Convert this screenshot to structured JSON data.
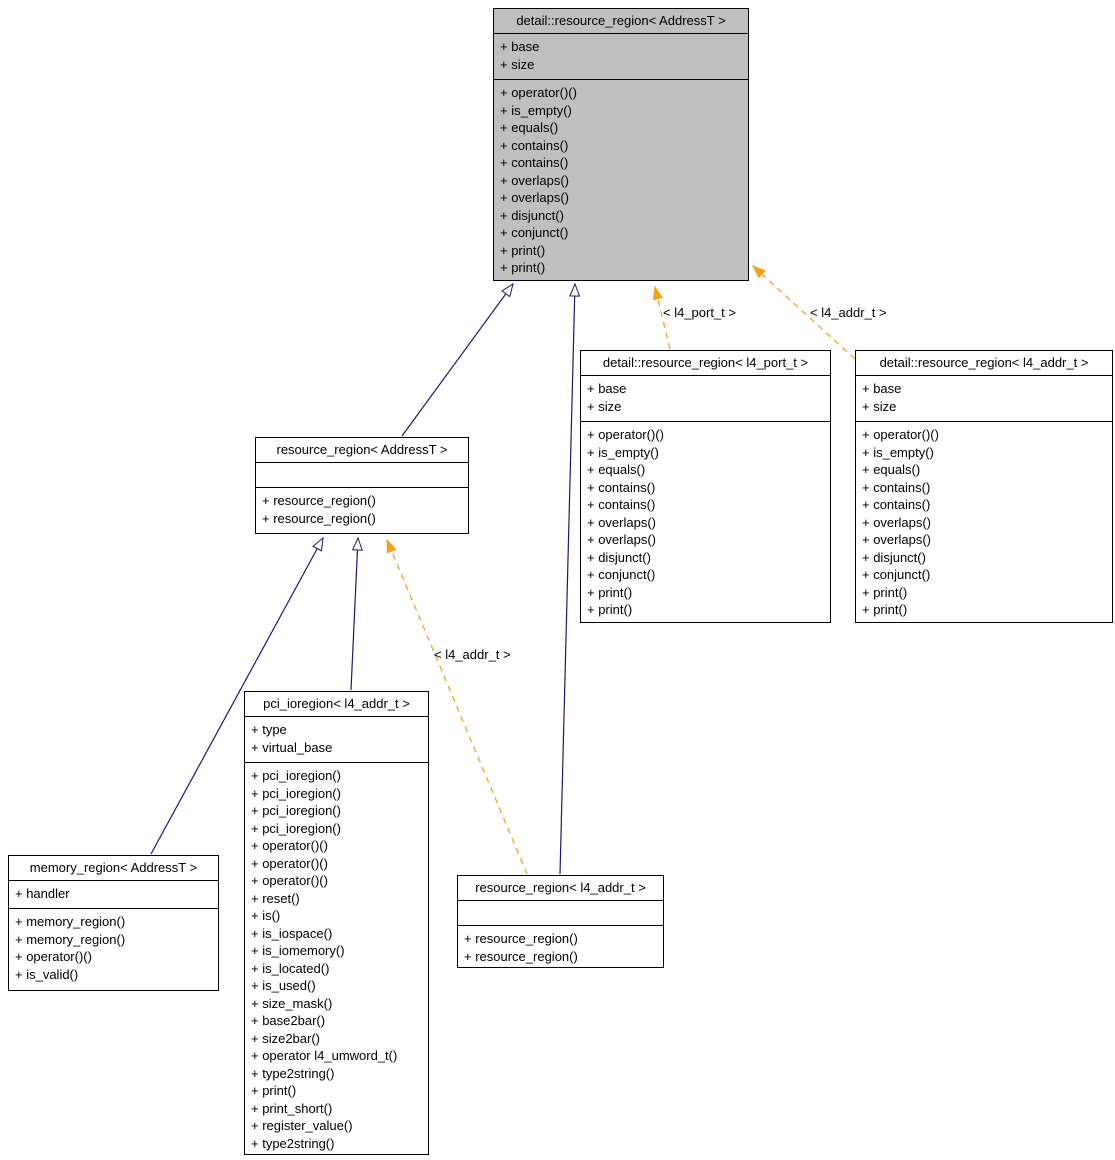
{
  "colors": {
    "inheritance_edge": "#191970",
    "template_edge": "#f5a118",
    "highlight_fill": "#bfbfbf",
    "node_fill": "#ffffff",
    "border": "#000000"
  },
  "edge_labels": {
    "port_t_instantiation": "< l4_port_t >",
    "addr_t_instantiation_top": "< l4_addr_t >",
    "addr_t_instantiation_mid": "< l4_addr_t >"
  },
  "classes": {
    "detail_addresst": {
      "title": "detail::resource_region< AddressT >",
      "attributes": [
        "+ base",
        "+ size"
      ],
      "methods": [
        "+ operator()()",
        "+ is_empty()",
        "+ equals()",
        "+ contains()",
        "+ contains()",
        "+ overlaps()",
        "+ overlaps()",
        "+ disjunct()",
        "+ conjunct()",
        "+ print()",
        "+ print()"
      ]
    },
    "resource_addresst": {
      "title": "resource_region< AddressT >",
      "attributes": [],
      "methods": [
        "+ resource_region()",
        "+ resource_region()"
      ]
    },
    "detail_port": {
      "title": "detail::resource_region< l4_port_t >",
      "attributes": [
        "+ base",
        "+ size"
      ],
      "methods": [
        "+ operator()()",
        "+ is_empty()",
        "+ equals()",
        "+ contains()",
        "+ contains()",
        "+ overlaps()",
        "+ overlaps()",
        "+ disjunct()",
        "+ conjunct()",
        "+ print()",
        "+ print()"
      ]
    },
    "detail_addr": {
      "title": "detail::resource_region< l4_addr_t >",
      "attributes": [
        "+ base",
        "+ size"
      ],
      "methods": [
        "+ operator()()",
        "+ is_empty()",
        "+ equals()",
        "+ contains()",
        "+ contains()",
        "+ overlaps()",
        "+ overlaps()",
        "+ disjunct()",
        "+ conjunct()",
        "+ print()",
        "+ print()"
      ]
    },
    "memory": {
      "title": "memory_region< AddressT >",
      "attributes": [
        "+ handler"
      ],
      "methods": [
        "+ memory_region()",
        "+ memory_region()",
        "+ operator()()",
        "+ is_valid()"
      ]
    },
    "pci": {
      "title": "pci_ioregion< l4_addr_t >",
      "attributes": [
        "+ type",
        "+ virtual_base"
      ],
      "methods": [
        "+ pci_ioregion()",
        "+ pci_ioregion()",
        "+ pci_ioregion()",
        "+ pci_ioregion()",
        "+ operator()()",
        "+ operator()()",
        "+ operator()()",
        "+ reset()",
        "+ is()",
        "+ is_iospace()",
        "+ is_iomemory()",
        "+ is_located()",
        "+ is_used()",
        "+ size_mask()",
        "+ base2bar()",
        "+ size2bar()",
        "+ operator l4_umword_t()",
        "+ type2string()",
        "+ print()",
        "+ print_short()",
        "+ register_value()",
        "+ type2string()"
      ]
    },
    "resource_addr": {
      "title": "resource_region< l4_addr_t >",
      "attributes": [],
      "methods": [
        "+ resource_region()",
        "+ resource_region()"
      ]
    }
  }
}
